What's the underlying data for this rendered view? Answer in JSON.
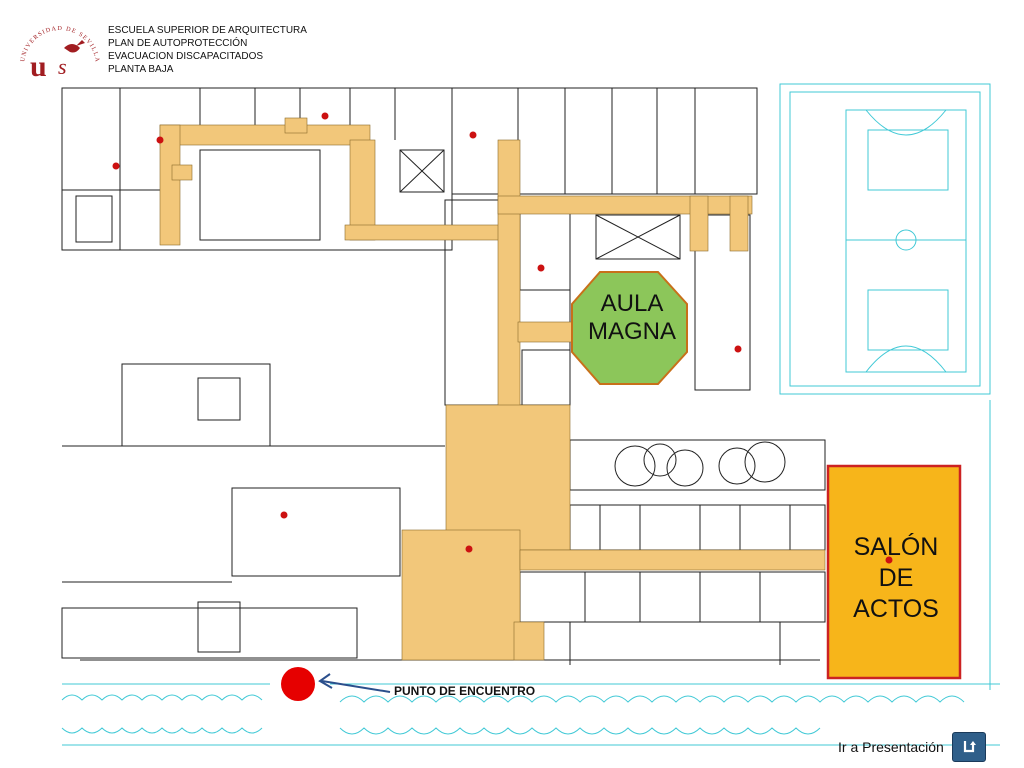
{
  "header": {
    "line1": "ESCUELA SUPERIOR DE  ARQUITECTURA",
    "line2": "PLAN DE AUTOPROTECCIÓN",
    "line3": "EVACUACION DISCAPACITADOS",
    "line4": "PLANTA BAJA"
  },
  "logo": {
    "ring_text": "UNIVERSIDAD DE SEVILLA",
    "letters": "us"
  },
  "map": {
    "aula_line1": "AULA",
    "aula_line2": "MAGNA",
    "salon_line1": "SALÓN",
    "salon_line2": "DE",
    "salon_line3": "ACTOS",
    "meeting_point": "PUNTO DE ENCUENTRO"
  },
  "nav": {
    "label": "Ir a Presentación",
    "icon": "return-arrow-icon"
  },
  "colors": {
    "corridor": "#f2c77a",
    "aula": "#8cc65a",
    "salon": "#f7b51a",
    "salon_border": "#cc2222",
    "meeting_point": "#e60000",
    "sports_lines": "#41c9d6",
    "walls": "#222222",
    "arrow": "#2b4f8c",
    "logo_red": "#a11d21"
  }
}
